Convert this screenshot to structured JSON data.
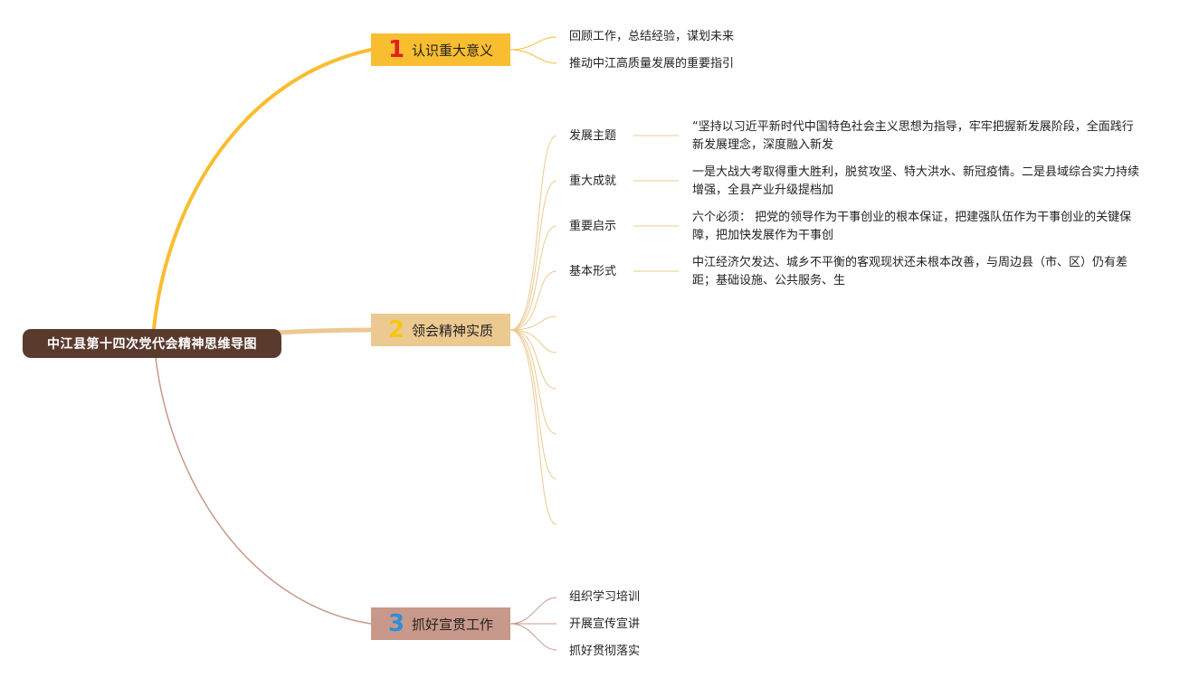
{
  "root": {
    "title": "中江县第十四次党代会精神思维导图"
  },
  "branches": [
    {
      "number": "1",
      "label": "认识重大意义",
      "color": "#f9bd30",
      "number_color": "#e02020",
      "items": [
        "回顾工作，总结经验，谋划未来",
        "推动中江高质量发展的重要指引"
      ]
    },
    {
      "number": "2",
      "label": "领会精神实质",
      "color": "#ecc990",
      "number_color": "#f5c518",
      "items": [
        {
          "label": "发展主题",
          "detail": "“坚持以习近平新时代中国特色社会主义思想为指导，牢牢把握新发展阶段，全面践行新发展理念，深度融入新发"
        },
        {
          "label": "重大成就",
          "detail": "一是大战大考取得重大胜利，脱贫攻坚、特大洪水、新冠疫情。二是县域综合实力持续增强，全县产业升级提档加"
        },
        {
          "label": "重要启示",
          "detail": "六个必须： 把党的领导作为干事创业的根本保证，把建强队伍作为干事创业的关键保障，把加快发展作为干事创"
        },
        {
          "label": "基本形式",
          "detail": "中江经济欠发达、城乡不平衡的客观现状还未根本改善，与周边县（市、区）仍有差距；基础设施、公共服务、生"
        }
      ]
    },
    {
      "number": "3",
      "label": "抓好宣贯工作",
      "color": "#c8998b",
      "number_color": "#2e8fd6",
      "items": [
        "组织学习培训",
        "开展宣传宣讲",
        "抓好贯彻落实"
      ]
    }
  ]
}
